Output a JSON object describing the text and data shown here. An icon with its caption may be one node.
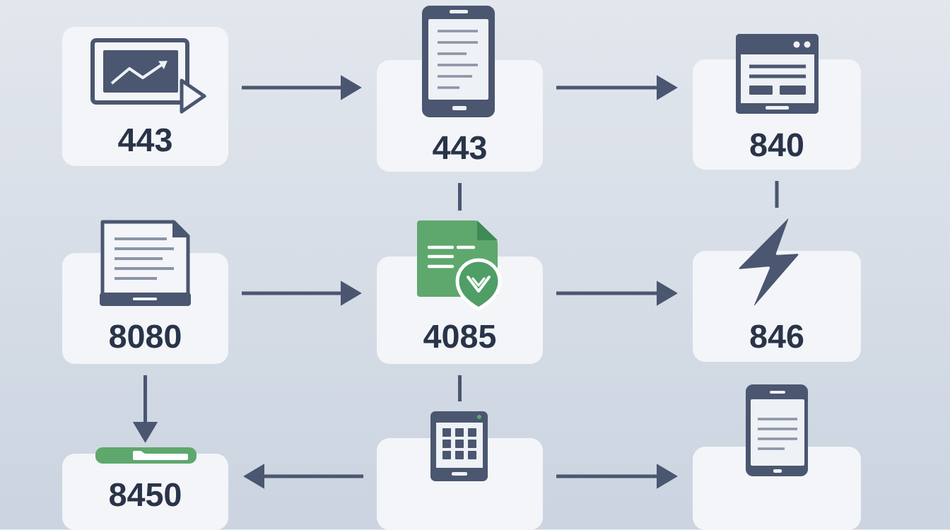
{
  "diagram": {
    "nodes": [
      {
        "text": [
          "443"
        ]
      },
      {
        "text": [
          "443"
        ]
      },
      {
        "text": [
          "840"
        ]
      },
      {
        "text": [
          "8080"
        ]
      },
      {
        "text": [
          "4085"
        ]
      },
      {
        "text": [
          "846"
        ]
      },
      {
        "text": [
          "8450"
        ]
      },
      {
        "text": [],
        "shape": "box"
      },
      {
        "text": [],
        "shape": "box"
      }
    ],
    "edges": [
      {
        "from": 0,
        "to": 1,
        "arrow": "to"
      },
      {
        "from": 1,
        "to": 2,
        "arrow": "to"
      },
      {
        "from": 1,
        "to": 4,
        "arrow": "none"
      },
      {
        "from": 2,
        "to": 5,
        "arrow": "none"
      },
      {
        "from": 3,
        "to": 4,
        "arrow": "to"
      },
      {
        "from": 4,
        "to": 5,
        "arrow": "to"
      },
      {
        "from": 3,
        "to": 6,
        "arrow": "to"
      },
      {
        "from": 4,
        "to": 7,
        "arrow": "none"
      },
      {
        "from": 7,
        "to": 6,
        "arrow": "to"
      },
      {
        "from": 7,
        "to": 8,
        "arrow": "to"
      }
    ]
  }
}
